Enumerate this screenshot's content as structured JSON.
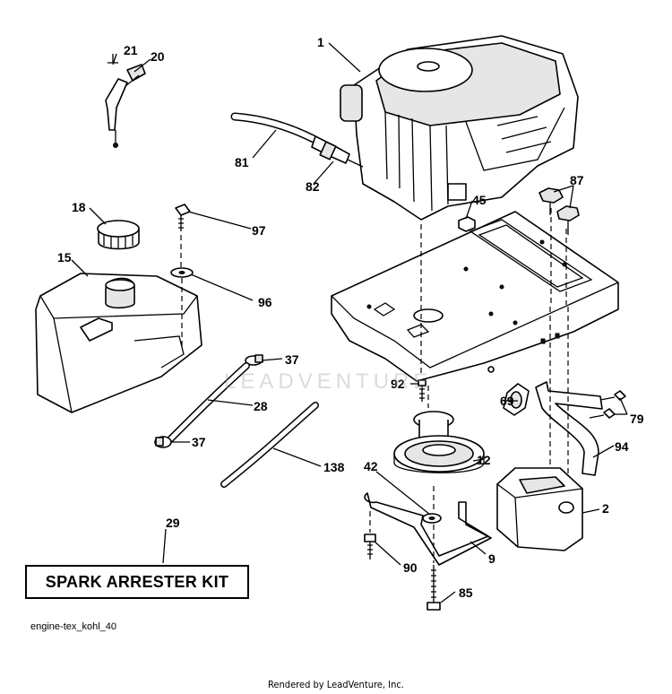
{
  "diagram": {
    "callouts": [
      {
        "id": "c1",
        "label": "1"
      },
      {
        "id": "c2",
        "label": "2"
      },
      {
        "id": "c9",
        "label": "9"
      },
      {
        "id": "c12",
        "label": "12"
      },
      {
        "id": "c15",
        "label": "15"
      },
      {
        "id": "c18",
        "label": "18"
      },
      {
        "id": "c20",
        "label": "20"
      },
      {
        "id": "c21",
        "label": "21"
      },
      {
        "id": "c28",
        "label": "28"
      },
      {
        "id": "c29",
        "label": "29"
      },
      {
        "id": "c37a",
        "label": "37"
      },
      {
        "id": "c37b",
        "label": "37"
      },
      {
        "id": "c42",
        "label": "42"
      },
      {
        "id": "c45",
        "label": "45"
      },
      {
        "id": "c69",
        "label": "69"
      },
      {
        "id": "c79",
        "label": "79"
      },
      {
        "id": "c81",
        "label": "81"
      },
      {
        "id": "c82",
        "label": "82"
      },
      {
        "id": "c85",
        "label": "85"
      },
      {
        "id": "c87",
        "label": "87"
      },
      {
        "id": "c90",
        "label": "90"
      },
      {
        "id": "c92",
        "label": "92"
      },
      {
        "id": "c94",
        "label": "94"
      },
      {
        "id": "c96",
        "label": "96"
      },
      {
        "id": "c97",
        "label": "97"
      },
      {
        "id": "c138",
        "label": "138"
      }
    ],
    "kit_label": "SPARK ARRESTER KIT",
    "diagram_id": "engine-tex_kohl_40",
    "watermark_text": "LEADVENTURE",
    "footer": "Rendered by LeadVenture, Inc."
  }
}
